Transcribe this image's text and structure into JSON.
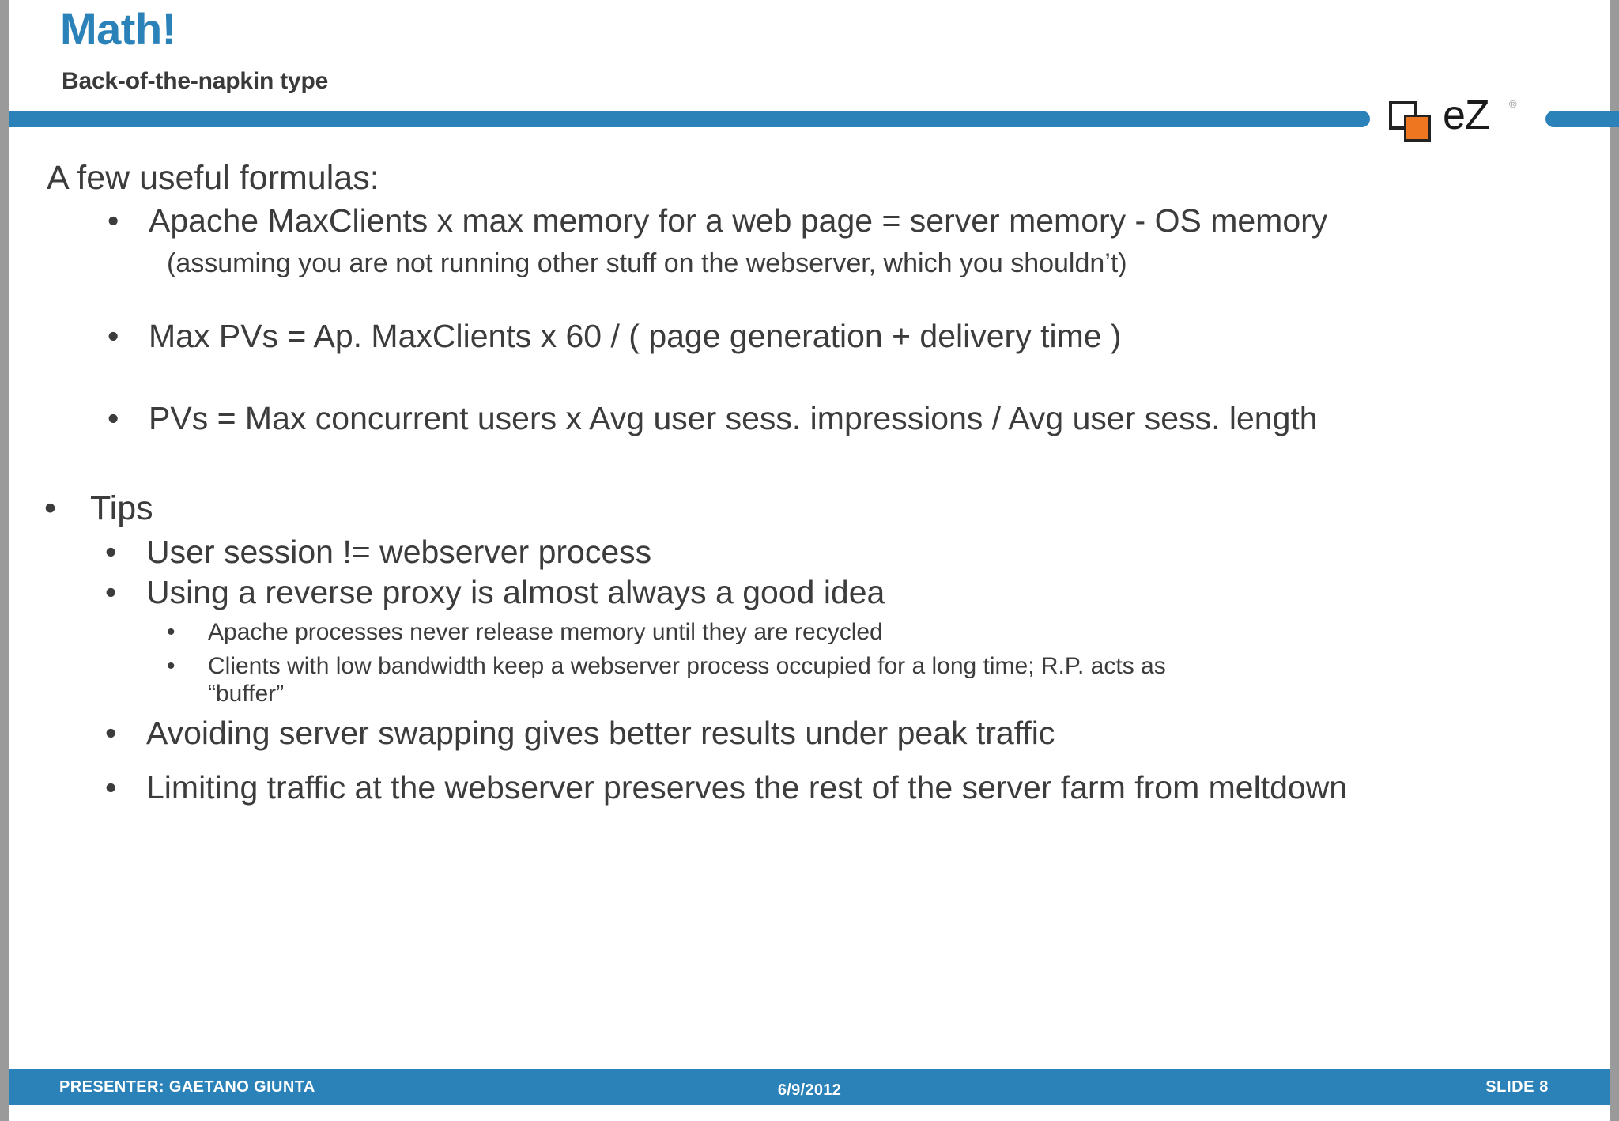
{
  "slide": {
    "title": "Math!",
    "subtitle": "Back-of-the-napkin type",
    "accent_color": "#2b82b9",
    "text_color": "#3c3c3c",
    "logo": {
      "text": "eZ",
      "trademark": "®"
    }
  },
  "content": {
    "intro": "A few useful formulas:",
    "formulas": [
      {
        "bullet": "•",
        "text": "Apache MaxClients x max memory for a web page = server memory - OS memory",
        "note": "(assuming you are not running other stuff on the webserver, which you shouldn’t)"
      },
      {
        "bullet": "•",
        "text": "Max PVs = Ap. MaxClients x 60 / ( page generation + delivery time )"
      },
      {
        "bullet": "•",
        "text": "PVs = Max concurrent users x Avg user sess. impressions / Avg user sess. length"
      }
    ],
    "tips_heading": {
      "bullet": "•",
      "text": "Tips"
    },
    "tips": [
      {
        "bullet": "•",
        "text": "User session != webserver process"
      },
      {
        "bullet": "•",
        "text": "Using a reverse proxy is almost always a good idea",
        "subitems": [
          {
            "bullet": "•",
            "text": "Apache processes never release memory until they are recycled"
          },
          {
            "bullet": "•",
            "text": "Clients with low bandwidth keep a webserver process occupied for a long time; R.P. acts as “buffer”"
          }
        ]
      },
      {
        "bullet": "•",
        "text": "Avoiding server swapping gives better results under peak traffic"
      },
      {
        "bullet": "•",
        "text": "Limiting traffic at the webserver preserves the rest of the server farm from meltdown"
      }
    ]
  },
  "footer": {
    "presenter": "PRESENTER:  GAETANO  GIUNTA",
    "date": "6/9/2012",
    "slide_number": "SLIDE  8"
  }
}
